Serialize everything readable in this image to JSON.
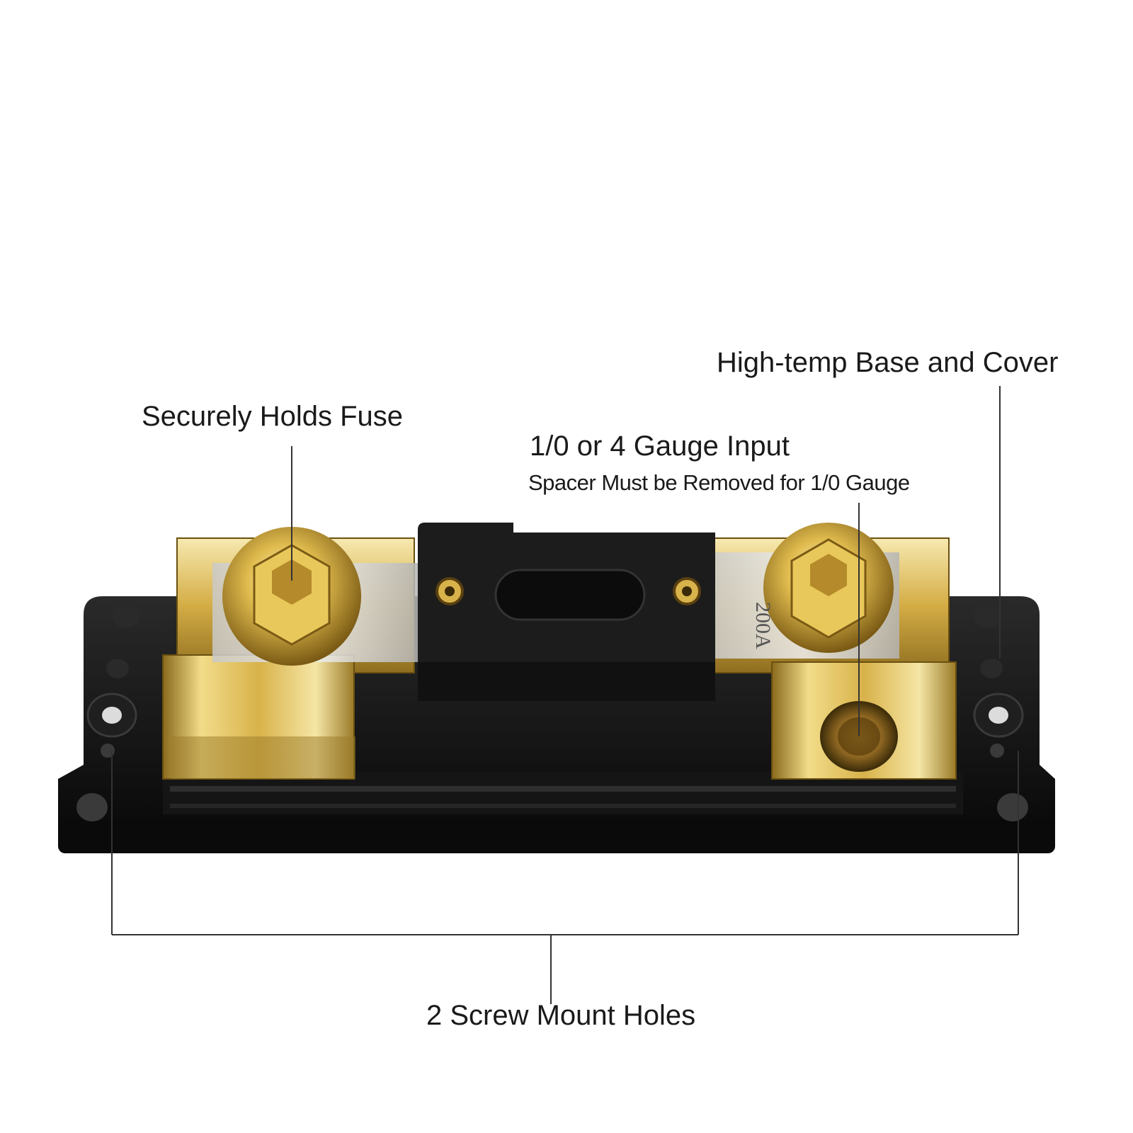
{
  "callouts": {
    "securely_holds_fuse": "Securely Holds Fuse",
    "gauge_input": "1/0 or 4 Gauge Input",
    "spacer_note": "Spacer Must be Removed for 1/0 Gauge",
    "high_temp": "High-temp Base and Cover",
    "mount_holes": "2 Screw Mount Holes"
  },
  "product": {
    "fuse_marking": "200A"
  },
  "colors": {
    "background": "#ffffff",
    "base_black": "#111111",
    "cover_black": "#1c1c1c",
    "gold": "#d8b24a",
    "gold_light": "#f2dc8a",
    "gold_dark": "#8a6a1c",
    "line": "#333333"
  }
}
